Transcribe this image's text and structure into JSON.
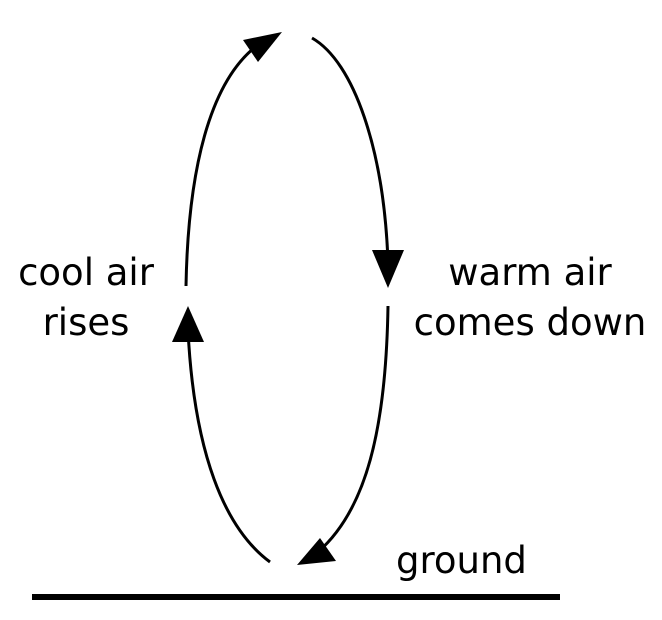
{
  "labels": {
    "left": [
      "cool air",
      "rises"
    ],
    "right": [
      "warm air",
      "comes down"
    ],
    "ground": "ground"
  },
  "colors": {
    "stroke": "#000000",
    "background": "#ffffff"
  }
}
